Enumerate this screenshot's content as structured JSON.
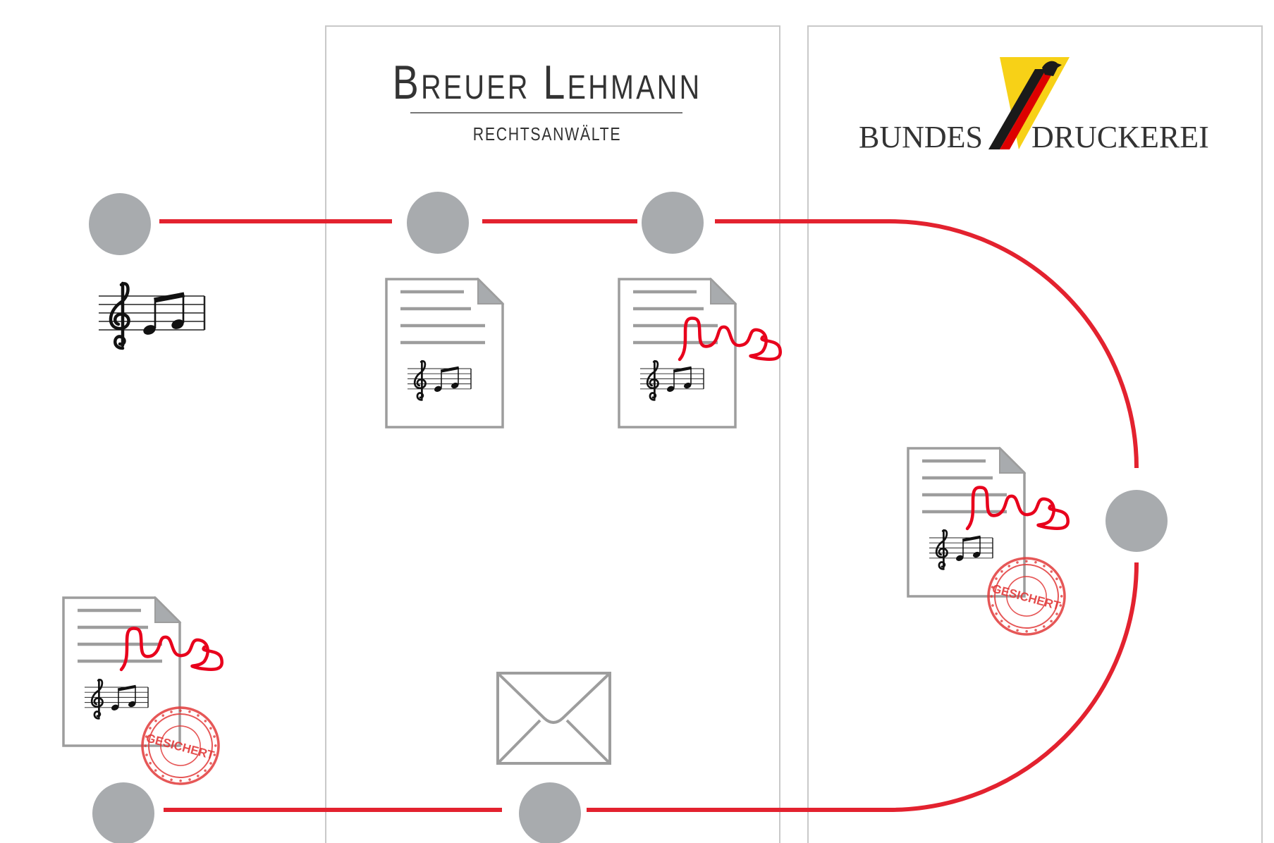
{
  "colors": {
    "flow_line": "#e3222f",
    "node": "#a8abae",
    "panel_border": "#c9c9c9",
    "doc_border": "#9d9d9d",
    "doc_lines": "#9d9d9d",
    "signature": "#e8001c",
    "stamp": "#e23a3a",
    "text_dark": "#333333",
    "logo_yellow": "#f7d117",
    "logo_red": "#dd0000",
    "logo_black": "#1a1a1a"
  },
  "panels": {
    "law_firm": {
      "logo_name": "Breuer Lehmann",
      "logo_subtitle": "RECHTSANWÄLTE"
    },
    "printer": {
      "logo_left": "BUNDES",
      "logo_right": "DRUCKEREI"
    }
  },
  "stamp": {
    "center_text": "GESICHERT"
  },
  "icons": {
    "music_score": "music-score-icon",
    "document": "document-icon",
    "signature": "signature-mark",
    "stamp": "stamp-seal",
    "envelope": "envelope-icon",
    "node": "process-node"
  },
  "nodes": [
    "composition",
    "draft-document",
    "signed-document",
    "secured-document",
    "envelope-delivery",
    "returned-document"
  ]
}
